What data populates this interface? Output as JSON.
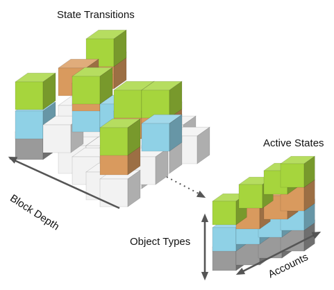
{
  "labels": {
    "left_title": "State Transitions",
    "right_title": "Active States",
    "depth_axis": "Block Depth",
    "type_axis": "Object Types",
    "account_axis": "Accounts"
  },
  "colors": {
    "green": "#a6d53d",
    "orange": "#d99a5e",
    "blue": "#8fd1e6",
    "white": "#f2f2f2",
    "gray": "#9a9a9a",
    "arrow": "#555555"
  }
}
